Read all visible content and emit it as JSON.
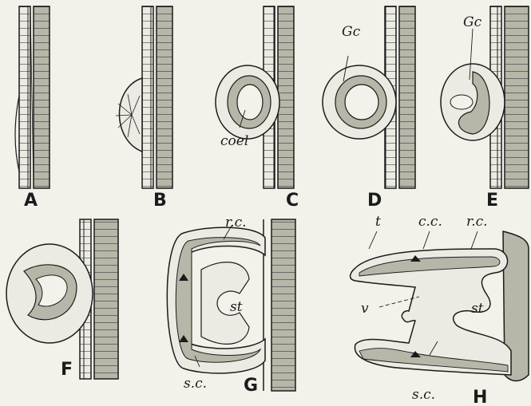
{
  "figure": {
    "panels": [
      {
        "letter": "A",
        "labels": []
      },
      {
        "letter": "B",
        "labels": []
      },
      {
        "letter": "C",
        "labels": [
          "coel"
        ]
      },
      {
        "letter": "D",
        "labels": [
          "Gc"
        ]
      },
      {
        "letter": "E",
        "labels": [
          "Gc"
        ]
      },
      {
        "letter": "F",
        "labels": []
      },
      {
        "letter": "G",
        "labels": [
          "r.c.",
          "st",
          "s.c."
        ]
      },
      {
        "letter": "H",
        "labels": [
          "t",
          "c.c.",
          "r.c.",
          "v",
          "st",
          "s.c."
        ]
      }
    ]
  },
  "colors": {
    "background": "#f2f1ea",
    "ink": "#1b1b1b",
    "shaded_cells": "#b8b6a8",
    "light_cells": "#ecebe3"
  }
}
